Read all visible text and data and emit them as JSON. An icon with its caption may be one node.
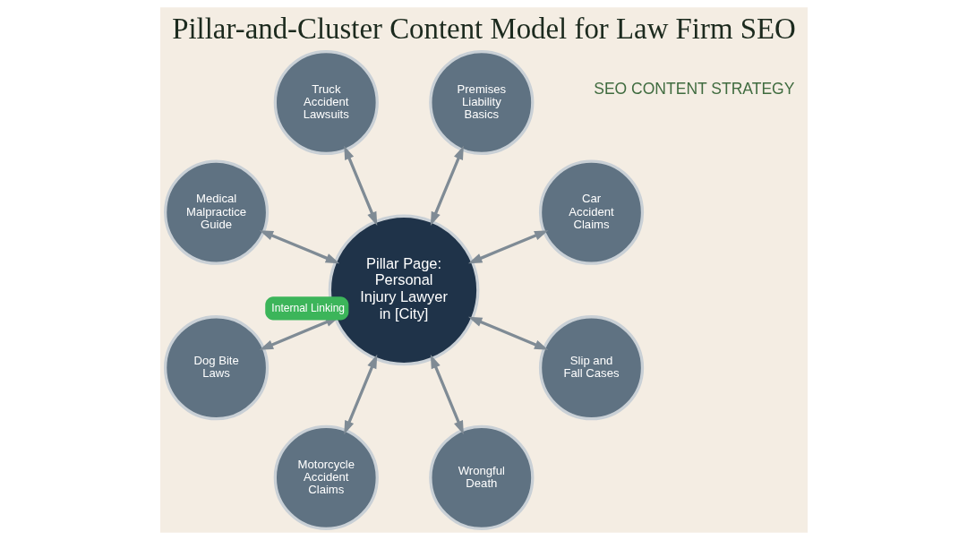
{
  "diagram": {
    "title": "Pillar-and-Cluster Content Model for Law Firm SEO",
    "nodes": [
      {
        "text": [
          "Car Accident Claims"
        ]
      },
      {
        "text": [
          "Premises Liability Basics"
        ]
      },
      {
        "text": [
          "Truck Accident Lawsuits"
        ]
      },
      {
        "text": [
          "Pillar Page: Personal Injury Lawyer in [City]"
        ]
      },
      {
        "text": [
          "Medical Malpractice Guide"
        ]
      },
      {
        "text": [
          "Dog Bite Laws"
        ]
      },
      {
        "text": [
          "Motorcycle Accident Claims"
        ]
      },
      {
        "text": [
          "Wrongful Death"
        ]
      },
      {
        "text": [
          "Slip and Fall Cases"
        ]
      }
    ],
    "edges": [
      {
        "from": 3,
        "to": 0,
        "arrow": "both"
      },
      {
        "from": 3,
        "to": 1,
        "arrow": "both"
      },
      {
        "from": 3,
        "to": 2,
        "arrow": "both"
      },
      {
        "from": 3,
        "to": 4,
        "arrow": "both"
      },
      {
        "from": 3,
        "to": 5,
        "arrow": "both",
        "label": "Internal Linking"
      },
      {
        "from": 3,
        "to": 6,
        "arrow": "both"
      },
      {
        "from": 3,
        "to": 7,
        "arrow": "both"
      },
      {
        "from": 3,
        "to": 8,
        "arrow": "both"
      }
    ],
    "labels": [
      "SEO CONTENT STRATEGY"
    ]
  }
}
